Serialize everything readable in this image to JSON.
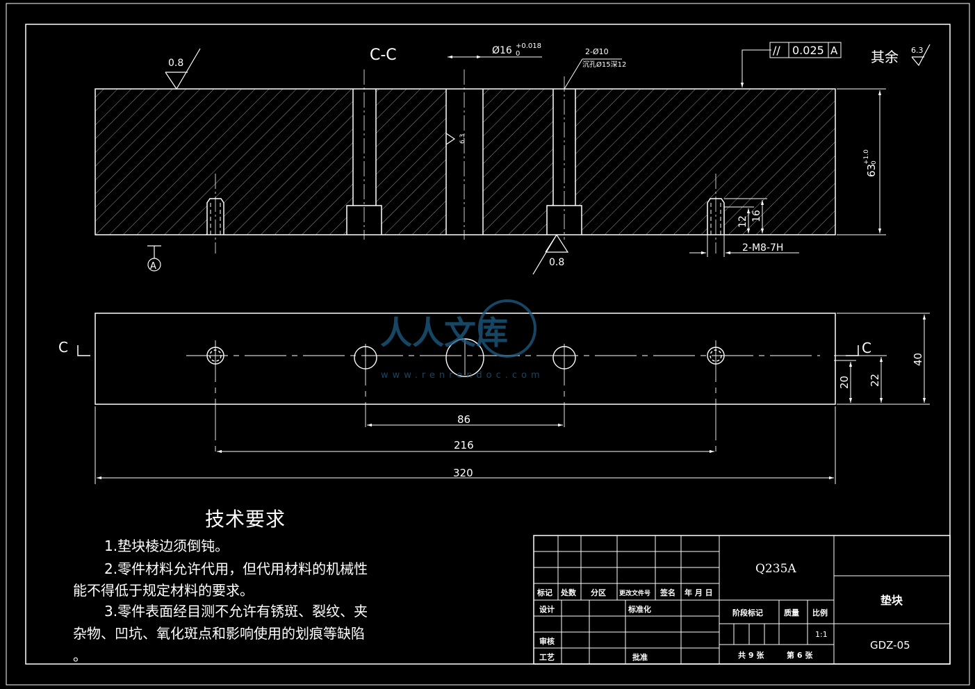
{
  "title_top_right": "其余",
  "roughness": {
    "default": "6.3",
    "top_left": "0.8",
    "bottom_mid": "0.8",
    "bore": "6.3"
  },
  "section_label": "C-C",
  "datum": "A",
  "tolerance_frame": {
    "symbol": "//",
    "value": "0.025",
    "datum": "A"
  },
  "dims": {
    "bore_dia": "Ø16",
    "bore_tol_upper": "+0.018",
    "bore_tol_lower": "0",
    "holes_count": "2-Ø10",
    "holes_note": "沉孔Ø15深12",
    "height": "63",
    "height_tol_upper": "+1.0",
    "height_tol_lower": "0",
    "thread_depth": "12",
    "hole_depth": "16",
    "thread": "2-M8-7H",
    "d86": "86",
    "d216": "216",
    "d320": "320",
    "d20": "20",
    "d22": "22",
    "d40": "40",
    "cut_left": "C",
    "cut_right": "C"
  },
  "watermark": {
    "text": "人人文库",
    "url": "www.renrendoc.com"
  },
  "tech_requirements": {
    "title": "技术要求",
    "lines": [
      "1.垫块棱边须倒钝。",
      "2.零件材料允许代用，但代用材料的机械性",
      "能不得低于规定材料的要求。",
      "3.零件表面经目测不允许有锈斑、裂纹、夹",
      "杂物、凹坑、氧化斑点和影响使用的划痕等缺陷",
      "。"
    ]
  },
  "title_block": {
    "material": "Q235A",
    "part_name": "垫块",
    "drawing_no": "GDZ-05",
    "scale": "1:1",
    "sheets_total": "共 9 张",
    "sheet_no": "第 6 张",
    "h_mark": "标记",
    "h_count": "处数",
    "h_zone": "分区",
    "h_doc": "更改文件号",
    "h_sign": "签名",
    "h_date": "年 月 日",
    "design": "设计",
    "standard": "标准化",
    "stage": "阶段标记",
    "weight": "质量",
    "ratio": "比例",
    "review": "审核",
    "process": "工艺",
    "approve": "批准"
  }
}
